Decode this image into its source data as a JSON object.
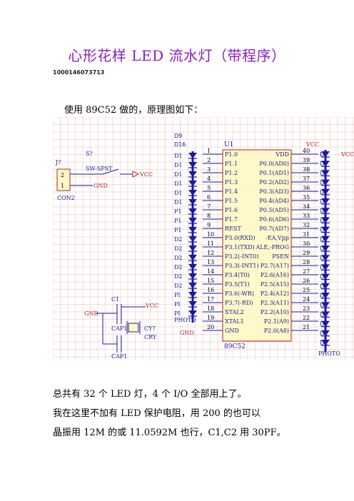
{
  "title": "心形花样 LED 流水灯（带程序）",
  "doc_id": "1000146073713",
  "intro": "使用 89C52 做的，原理图如下：",
  "schematic": {
    "colors": {
      "grid": "#e6a8a8",
      "wire": "#1a1a9a",
      "label": "#b32424",
      "chip_fill": "#fff8c8",
      "chip_border": "#b32424",
      "led": "#1a1aa0"
    },
    "chip": {
      "ref": "U1",
      "part": "89C52",
      "vcc": "VCC",
      "gnd": "GND",
      "left_pins": [
        {
          "num": "1",
          "name": "P1.0"
        },
        {
          "num": "2",
          "name": "P1.1"
        },
        {
          "num": "3",
          "name": "P1.2"
        },
        {
          "num": "4",
          "name": "P1.3"
        },
        {
          "num": "5",
          "name": "P1.4"
        },
        {
          "num": "6",
          "name": "P1.5"
        },
        {
          "num": "7",
          "name": "P1.6"
        },
        {
          "num": "8",
          "name": "P1.7"
        },
        {
          "num": "9",
          "name": "REST"
        },
        {
          "num": "10",
          "name": "P3.0(RXD)"
        },
        {
          "num": "11",
          "name": "P3.1(TXD)"
        },
        {
          "num": "12",
          "name": "P3.2(-INT0)"
        },
        {
          "num": "13",
          "name": "P3.3(-INT1)"
        },
        {
          "num": "14",
          "name": "P3.4(T0)"
        },
        {
          "num": "15",
          "name": "P3.5(T1)"
        },
        {
          "num": "16",
          "name": "P3.6(-WR)"
        },
        {
          "num": "17",
          "name": "P3.7(-RD)"
        },
        {
          "num": "18",
          "name": "XTAL2"
        },
        {
          "num": "19",
          "name": "XTAL1"
        },
        {
          "num": "20",
          "name": "GND"
        }
      ],
      "right_pins": [
        {
          "num": "40",
          "name": "VDD"
        },
        {
          "num": "39",
          "name": "P0.0(AD0)"
        },
        {
          "num": "38",
          "name": "P0.1(AD1)"
        },
        {
          "num": "37",
          "name": "P0.2(AD2)"
        },
        {
          "num": "36",
          "name": "P0.3(AD3)"
        },
        {
          "num": "35",
          "name": "P0.4(AD4)"
        },
        {
          "num": "34",
          "name": "P0.5(AD5)"
        },
        {
          "num": "33",
          "name": "P0.6(AD6)"
        },
        {
          "num": "32",
          "name": "P0.7(AD7)"
        },
        {
          "num": "31",
          "name": "-EA,Vpp"
        },
        {
          "num": "30",
          "name": "ALE,-PROG"
        },
        {
          "num": "29",
          "name": "PSEN"
        },
        {
          "num": "28",
          "name": "P2.7(A17)"
        },
        {
          "num": "27",
          "name": "P2.6(A16)"
        },
        {
          "num": "26",
          "name": "P2.5(A15)"
        },
        {
          "num": "25",
          "name": "P2.4(A12)"
        },
        {
          "num": "24",
          "name": "P2.3(A11)"
        },
        {
          "num": "23",
          "name": "P2.2(A10)"
        },
        {
          "num": "22",
          "name": "P2.1(A9)"
        },
        {
          "num": "21",
          "name": "P2.0(A8)"
        }
      ]
    },
    "left_leds": {
      "top_labels": [
        "D9",
        "D16"
      ],
      "labels": [
        "D1",
        "D1",
        "D1",
        "D1",
        "D1",
        "D1",
        "P1",
        "P1",
        "P1",
        "D2",
        "D2",
        "D2",
        "D2",
        "D2",
        "D2",
        "PI",
        "PI",
        "PI"
      ],
      "photo": "PHOTO"
    },
    "right_leds": {
      "top_label": "D1",
      "labels": [
        "D1",
        "D1",
        "D1",
        "D1",
        "D1",
        "D1",
        "D1",
        "D1",
        "D1",
        "D1",
        "D1",
        "D1",
        "D1",
        "D1",
        "D1",
        "D1",
        "D2",
        "D2",
        "D2",
        "D2",
        "D2"
      ],
      "photo": "PHOTO"
    },
    "connector": {
      "ref": "J?",
      "part": "CON2",
      "pins": [
        "2",
        "1"
      ]
    },
    "switch": {
      "ref": "S?",
      "part": "SW-SPST"
    },
    "capacitors": {
      "c1": "C1",
      "cap_a": "CAP1",
      "cap_b": "CAP1"
    },
    "crystal": {
      "ref": "CY?",
      "part": "CRY"
    },
    "nets": {
      "vcc": "VCC",
      "gnd": "GND"
    }
  },
  "paragraphs": [
    "总共有 32 个 LED 灯，4 个 I/O 全部用上了。",
    "我在这里不加有 LED 保护电阻，用 200 的也可以",
    "晶振用 12M 的或 11.0592M 也行，C1,C2 用 30PF。"
  ]
}
